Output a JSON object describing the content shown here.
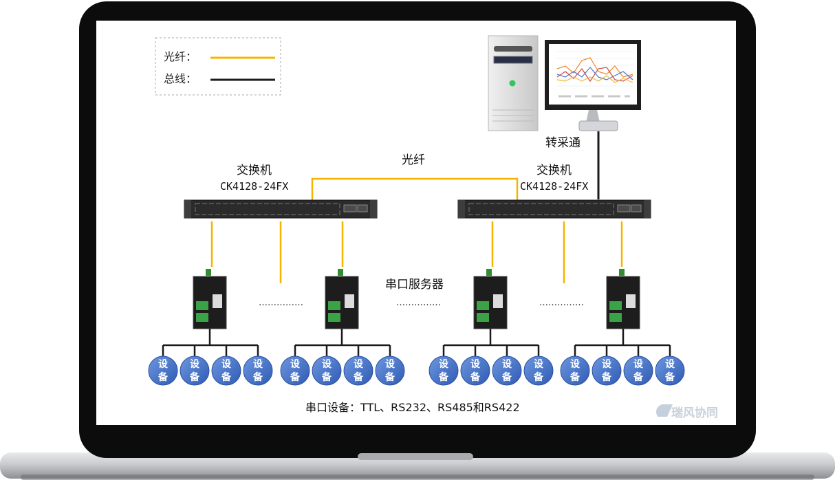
{
  "legend": {
    "fiber_label": "光纤：",
    "bus_label": "总线：",
    "fiber_color": "#f5b400",
    "bus_color": "#1a1a1a"
  },
  "pc": {
    "label": "转采通"
  },
  "link_label": "光纤",
  "switches": [
    {
      "title": "交换机",
      "model": "CK4128-24FX"
    },
    {
      "title": "交换机",
      "model": "CK4128-24FX"
    }
  ],
  "server_label": "串口服务器",
  "ellipsis": "……………",
  "device_label": "设备",
  "device_color": "#3f6fc8",
  "footer": "串口设备：TTL、RS232、RS485和RS422",
  "watermark": "瑞风协同"
}
